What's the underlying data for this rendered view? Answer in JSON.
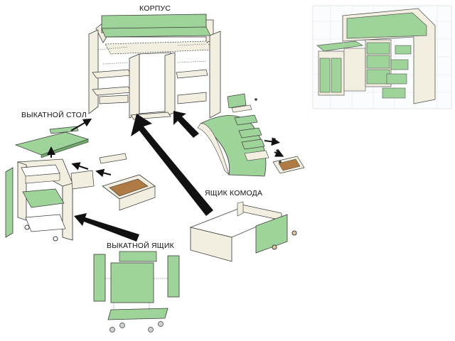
{
  "labels": {
    "body": "КОРПУС",
    "pullout_desk": "ВЫКАТНОЙ СТОЛ",
    "dresser_drawer": "ЯЩИК КОМОДА",
    "pullout_box": "ВЫКАТНОЙ ЯЩИК"
  },
  "colors": {
    "panel_green": "#9ed49a",
    "panel_cream": "#f2efe1",
    "outline": "#3a3a3a",
    "arrow": "#111111",
    "drawer_floor": "#b07a45",
    "preview_grid": "#dfe3ea"
  },
  "icons": [
    "arrow-icon",
    "screw-icon",
    "wheel-icon"
  ]
}
